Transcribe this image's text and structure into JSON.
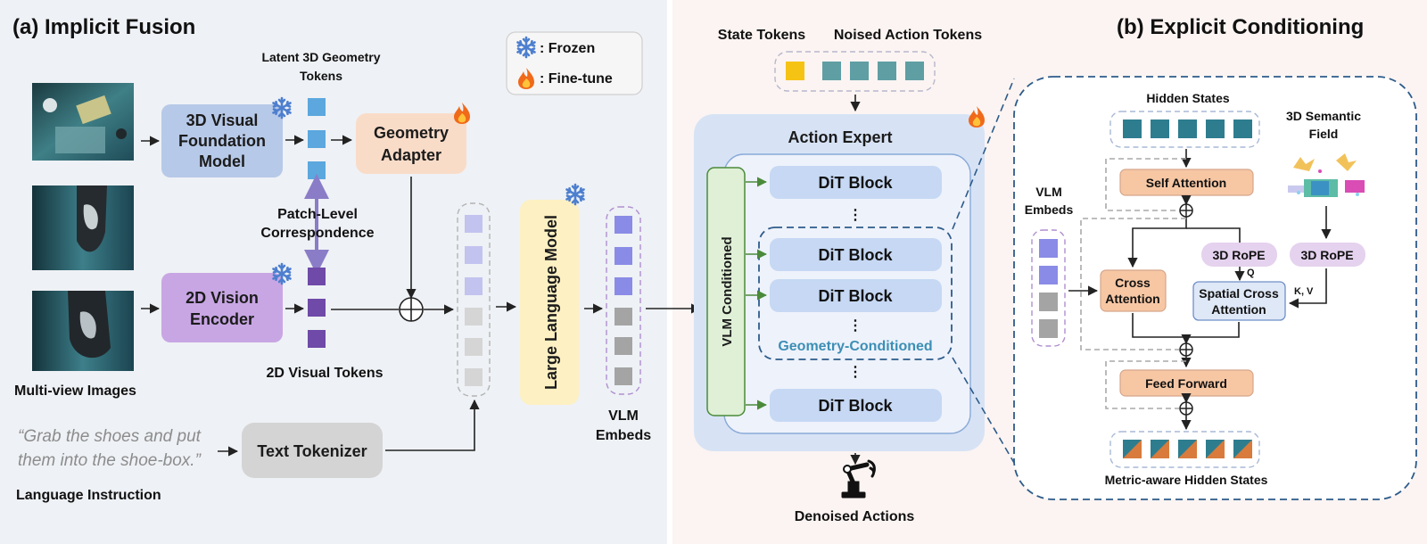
{
  "left_panel": {
    "title": "(a) Implicit Fusion",
    "legend": {
      "frozen": ": Frozen",
      "finetune": ": Fine-tune"
    },
    "multiview_label": "Multi-view Images",
    "vfm_box": [
      "3D Visual",
      "Foundation",
      "Model"
    ],
    "vision_encoder_box": [
      "2D Vision",
      "Encoder"
    ],
    "geometry_adapter_box": [
      "Geometry",
      "Adapter"
    ],
    "latent_tokens_label": [
      "Latent 3D Geometry",
      "Tokens"
    ],
    "correspondence_label": [
      "Patch-Level",
      "Correspondence"
    ],
    "visual_tokens_label": "2D Visual Tokens",
    "instruction_quote": [
      "“Grab the shoes and put",
      "them into the shoe-box.”"
    ],
    "instruction_label": "Language Instruction",
    "text_tokenizer_box": "Text Tokenizer",
    "llm_box": "Large Language Model",
    "vlm_embeds_label": [
      "VLM",
      "Embeds"
    ]
  },
  "middle_panel": {
    "state_tokens_label": "State Tokens",
    "noised_tokens_label": "Noised Action Tokens",
    "action_expert_title": "Action Expert",
    "vlm_conditioned_label": "VLM Conditioned",
    "dit_block_label": "DiT Block",
    "geometry_conditioned_label": "Geometry-Conditioned",
    "denoised_label": "Denoised Actions"
  },
  "right_panel": {
    "title": "(b) Explicit Conditioning",
    "hidden_states_label": "Hidden States",
    "semantic_field_label": [
      "3D Semantic",
      "Field"
    ],
    "vlm_embeds_label": [
      "VLM",
      "Embeds"
    ],
    "self_attention_box": "Self Attention",
    "rope_box": "3D RoPE",
    "q_label": "Q",
    "kv_label": "K, V",
    "cross_attention_box": [
      "Cross",
      "Attention"
    ],
    "spatial_cross_box": [
      "Spatial Cross",
      "Attention"
    ],
    "feed_forward_box": "Feed Forward",
    "metric_label": "Metric-aware Hidden States"
  },
  "icons": [
    "snowflake-icon",
    "flame-icon",
    "robot-arm-icon",
    "plus-circle-icon"
  ],
  "colors": {
    "left_bg": "#eef1f5",
    "right_bg": "#fbf4f2",
    "vfm": "#b7c9e8",
    "encoder": "#c8a6e4",
    "adapter": "#f9dcc8",
    "llm": "#fdf0c2",
    "tokenizer": "#d4d4d4",
    "token_blue": "#5ba7de",
    "token_purple": "#6f4aa8",
    "token_teal": "#2e7d8f",
    "token_yellow": "#f5c314",
    "dit": "#c6d8f3",
    "attn_orange": "#f7c7a4",
    "rope": "#e5d2ee",
    "spatial": "#dfe8f7",
    "vlm_cond": "#dff0d6"
  }
}
